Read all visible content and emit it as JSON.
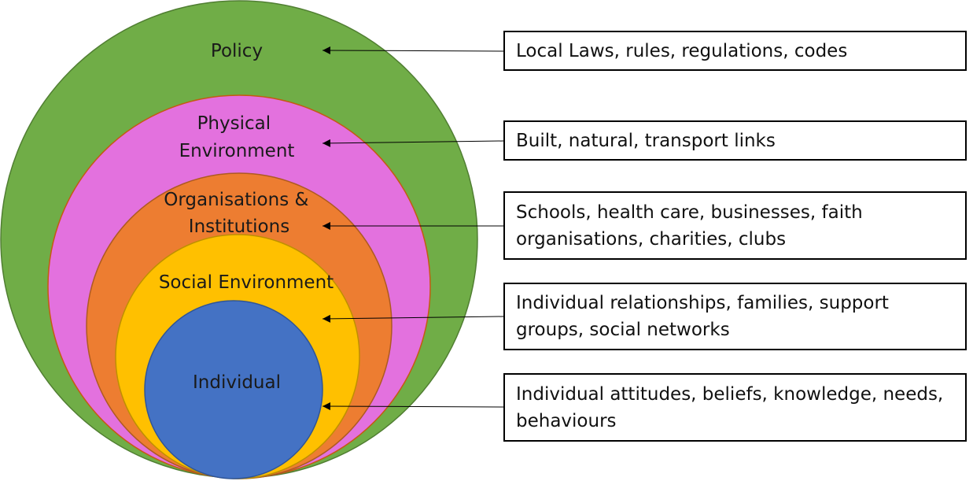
{
  "rings": [
    {
      "id": "policy",
      "lines": [
        "Policy"
      ],
      "fill": "#70AD47",
      "stroke": "#507E32"
    },
    {
      "id": "physical",
      "lines": [
        "Physical",
        "Environment"
      ],
      "fill": "#E371DE",
      "stroke": "#C55A11"
    },
    {
      "id": "organisations",
      "lines": [
        "Organisations &",
        "Institutions"
      ],
      "fill": "#ED7D31",
      "stroke": "#AE5A21"
    },
    {
      "id": "social",
      "lines": [
        "Social Environment"
      ],
      "fill": "#FFC000",
      "stroke": "#BF9000"
    },
    {
      "id": "individual",
      "lines": [
        "Individual"
      ],
      "fill": "#4472C4",
      "stroke": "#2F5597"
    }
  ],
  "descriptions": [
    {
      "id": "policy",
      "text": "Local Laws, rules, regulations, codes"
    },
    {
      "id": "physical",
      "text": "Built, natural, transport links"
    },
    {
      "id": "organisations",
      "text": "Schools, health care, businesses, faith organisations, charities, clubs"
    },
    {
      "id": "social",
      "text": "Individual relationships, families, support groups, social networks"
    },
    {
      "id": "individual",
      "text": "Individual attitudes, beliefs, knowledge, needs, behaviours"
    }
  ]
}
